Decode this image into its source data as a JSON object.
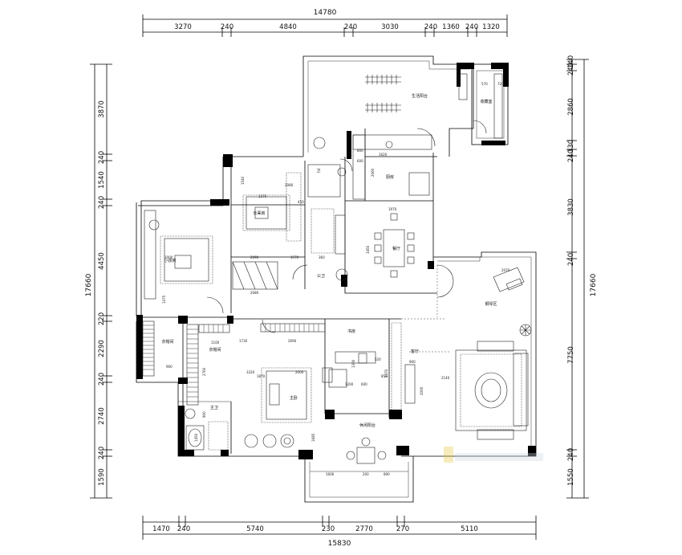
{
  "overall": {
    "top_total": "14780",
    "bottom_total": "15830",
    "left_total": "17660",
    "right_total": "17660"
  },
  "top_segments": [
    "3270",
    "240",
    "4840",
    "240",
    "3030",
    "240",
    "1360",
    "240",
    "1320"
  ],
  "bottom_segments": [
    "1470",
    "240",
    "5740",
    "230",
    "2770",
    "270",
    "5110"
  ],
  "left_segments": [
    "3870",
    "240",
    "1540",
    "240",
    "4450",
    "220",
    "2290",
    "240",
    "2740",
    "240",
    "1590"
  ],
  "right_segments": [
    "140",
    "240",
    "2860",
    "330",
    "240",
    "3830",
    "240",
    "7750",
    "240",
    "1550"
  ],
  "rooms": {
    "living_balcony": "生活阳台",
    "storage": "收藏室",
    "kitchen": "厨房",
    "dining": "餐厅",
    "elder_room": "长辈房",
    "child_room": "小孩房",
    "powder": "卫",
    "public_bath": "公卫",
    "closet_left": "衣帽间",
    "closet_right": "衣帽间",
    "master_bath": "主卫",
    "master": "主卧",
    "study": "书房",
    "living": "客厅",
    "leisure_balcony": "休闲阳台",
    "piano": "钢琴区"
  },
  "annotations": {
    "kitchen_1": "1620",
    "kitchen_2": "800",
    "kitchen_3": "600",
    "kitchen_4": "2060",
    "storage_1": "570",
    "storage_2": "720",
    "elder_1": "1570",
    "elder_2": "2080",
    "elder_3": "450",
    "child_1": "2000",
    "child_2": "2090",
    "child_3": "1570",
    "child_4": "360",
    "child_5": "1475",
    "corridor_1": "2080",
    "corridor_2": "1540",
    "dining_1": "3450",
    "dining_2": "1970",
    "closet_1": "1100",
    "closet_2": "960",
    "closet_3": "2760",
    "closet_4": "1730",
    "closet_5": "2690",
    "closet_6": "1870",
    "master_1": "3320",
    "master_2": "2000",
    "master_3": "1685",
    "study_1": "1300",
    "study_2": "520",
    "study_3": "850",
    "study_4": "600",
    "study_5": "1200",
    "study_6": "2470",
    "living_1": "2140",
    "living_2": "2000",
    "living_3": "900",
    "living_4": "2070",
    "leisure_1": "1606",
    "leisure_2": "200",
    "leisure_3": "890",
    "bath_1": "900",
    "bath_2": "1450",
    "piano_1": "2070"
  },
  "icons": [
    "door-swing-icon",
    "bed-icon",
    "sofa-icon",
    "dining-table-icon",
    "piano-icon",
    "plant-icon",
    "armchair-icon",
    "toilet-icon",
    "sink-icon",
    "watermark-icon"
  ]
}
